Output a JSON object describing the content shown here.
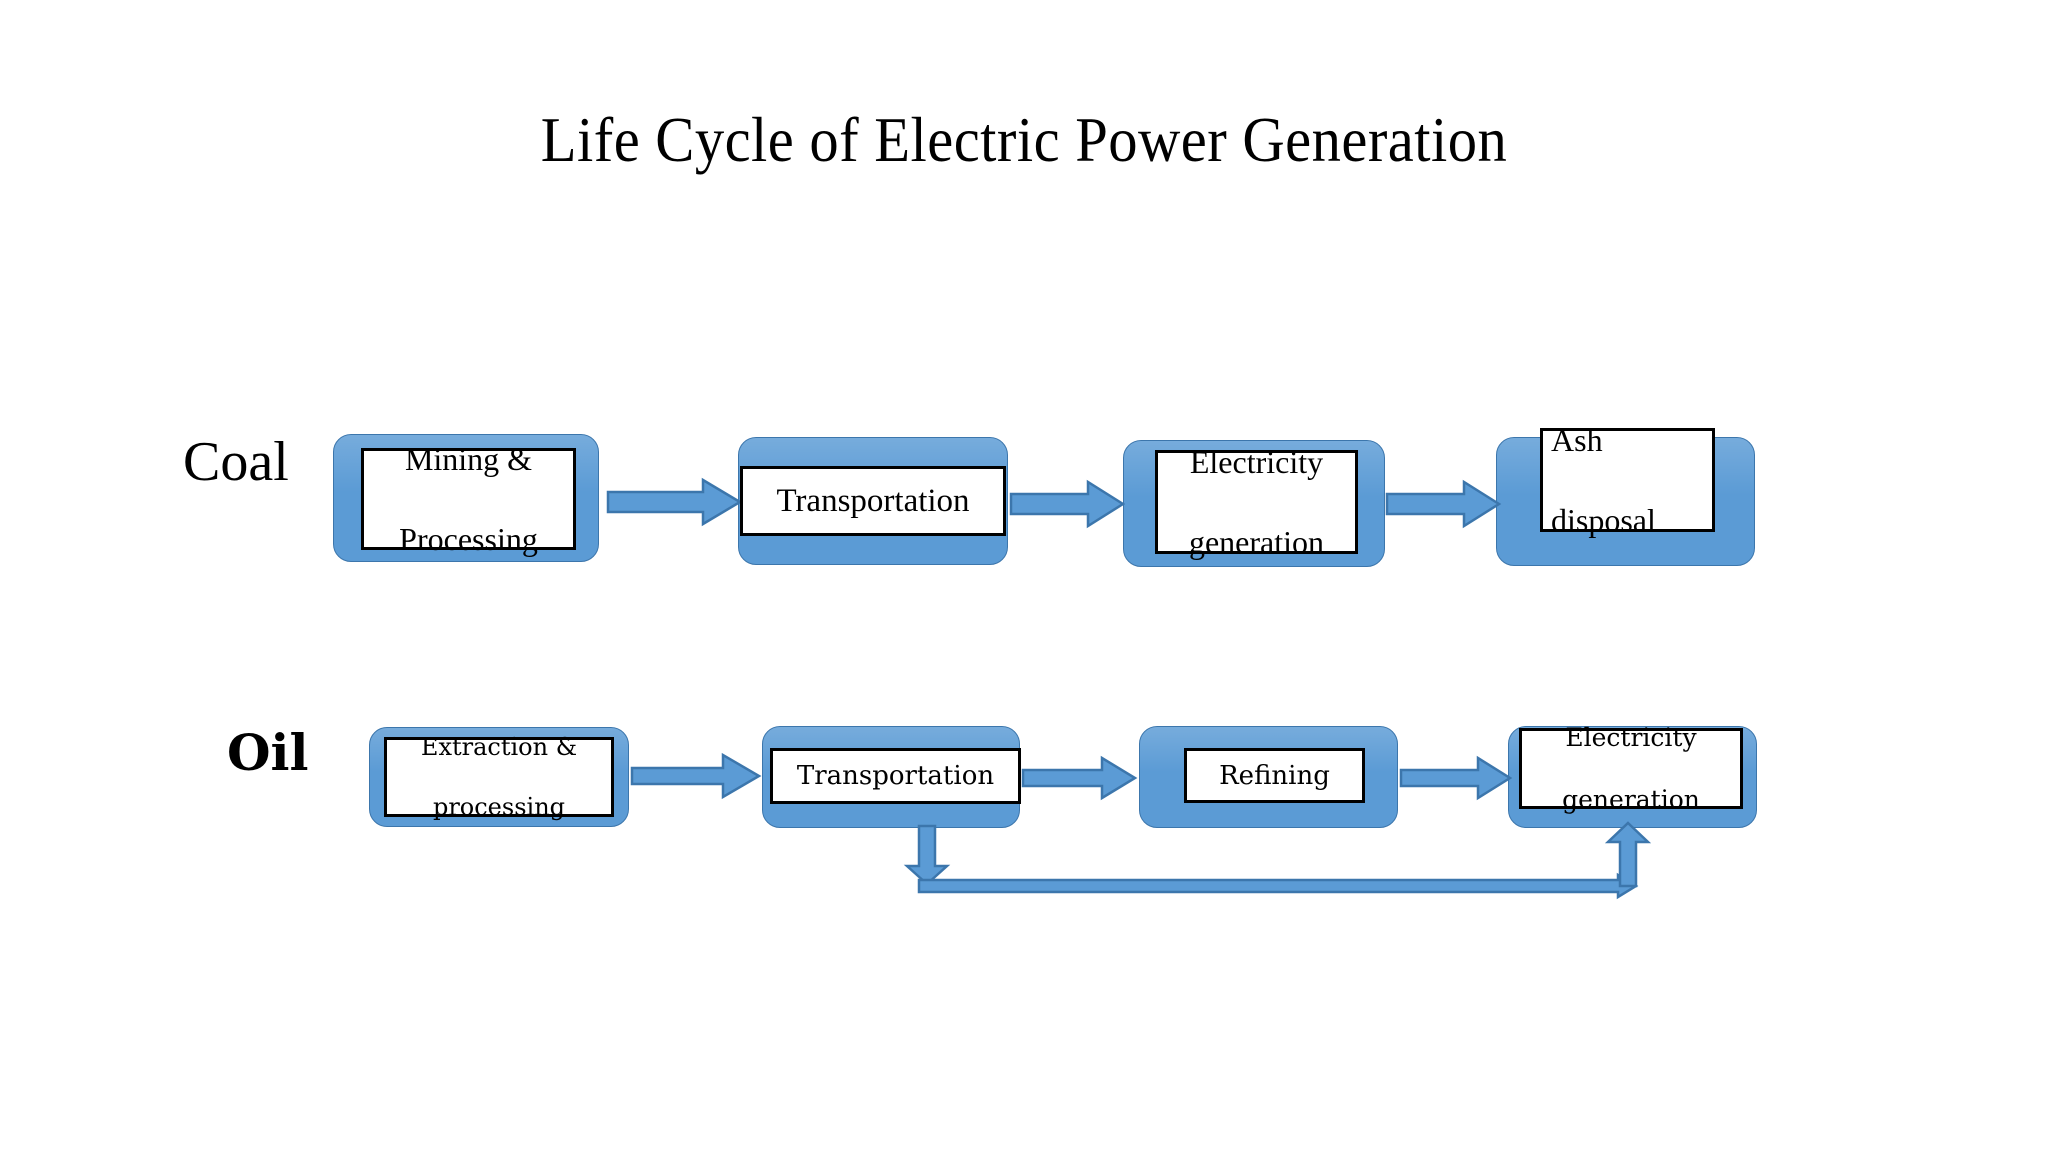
{
  "slide": {
    "title": "Life Cycle of Electric Power Generation",
    "background_color": "#FFFFFF",
    "accent_fill": "#5B9BD5",
    "accent_stroke": "#3C76AC",
    "plate_fill": "#FFFFFF",
    "plate_stroke": "#000000",
    "text_color": "#000000"
  },
  "rows": [
    {
      "label": "Coal",
      "nodes": [
        {
          "id": "coal-mining",
          "text": "Mining &\nProcessing"
        },
        {
          "id": "coal-transport",
          "text": "Transportation"
        },
        {
          "id": "coal-electricity",
          "text": "Electricity\ngeneration"
        },
        {
          "id": "coal-ash",
          "text": "Ash\ndisposal"
        }
      ],
      "connectors": [
        {
          "id": "coal-arrow-1",
          "from": "coal-mining",
          "to": "coal-transport",
          "direction": "right"
        },
        {
          "id": "coal-arrow-2",
          "from": "coal-transport",
          "to": "coal-electricity",
          "direction": "right"
        },
        {
          "id": "coal-arrow-3",
          "from": "coal-electricity",
          "to": "coal-ash",
          "direction": "right"
        }
      ]
    },
    {
      "label": "Oil",
      "nodes": [
        {
          "id": "oil-extraction",
          "text": "Extraction &\nprocessing"
        },
        {
          "id": "oil-transport",
          "text": "Transportation"
        },
        {
          "id": "oil-refining",
          "text": "Refining"
        },
        {
          "id": "oil-electricity",
          "text": "Electricity\ngeneration"
        }
      ],
      "connectors": [
        {
          "id": "oil-arrow-1",
          "from": "oil-extraction",
          "to": "oil-transport",
          "direction": "right"
        },
        {
          "id": "oil-arrow-2",
          "from": "oil-transport",
          "to": "oil-refining",
          "direction": "right"
        },
        {
          "id": "oil-arrow-3",
          "from": "oil-refining",
          "to": "oil-electricity",
          "direction": "right"
        },
        {
          "id": "oil-bypass-down",
          "from": "oil-transport",
          "to": "oil-bypass-line",
          "direction": "down"
        },
        {
          "id": "oil-bypass-line",
          "from": "oil-transport",
          "to": "oil-electricity",
          "direction": "right"
        },
        {
          "id": "oil-bypass-up",
          "from": "oil-bypass-line",
          "to": "oil-electricity",
          "direction": "up"
        }
      ]
    }
  ],
  "labels": {
    "coal_mining": "Mining &",
    "coal_mining_2": "Processing",
    "coal_transport": "Transportation",
    "coal_elec_1": "Electricity",
    "coal_elec_2": "generation",
    "coal_ash_1": "Ash",
    "coal_ash_2": "disposal",
    "oil_extract_1": "Extraction &",
    "oil_extract_2": "processing",
    "oil_transport": "Transportation",
    "oil_refining": "Refining",
    "oil_elec_1": "Electricity",
    "oil_elec_2": "generation"
  }
}
